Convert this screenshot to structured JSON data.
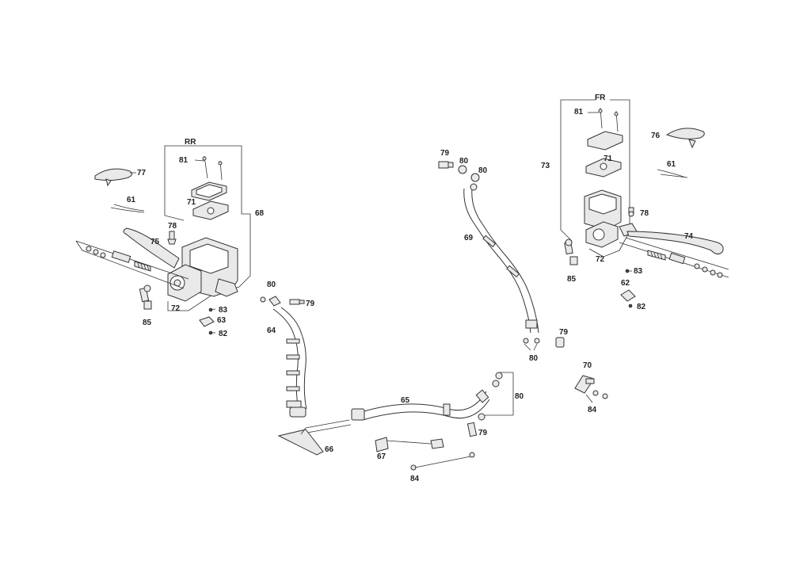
{
  "groups": {
    "rear": "RR",
    "front": "FR"
  },
  "callouts": {
    "c61a": "61",
    "c61b": "61",
    "c62": "62",
    "c63": "63",
    "c64": "64",
    "c65": "65",
    "c66": "66",
    "c67": "67",
    "c68": "68",
    "c69": "69",
    "c70": "70",
    "c71a": "71",
    "c71b": "71",
    "c72a": "72",
    "c72b": "72",
    "c73": "73",
    "c74": "74",
    "c75": "75",
    "c76": "76",
    "c77": "77",
    "c78a": "78",
    "c78b": "78",
    "c79a": "79",
    "c79b": "79",
    "c79c": "79",
    "c79d": "79",
    "c80a": "80",
    "c80b": "80",
    "c80c": "80",
    "c80d": "80",
    "c80e": "80",
    "c81a": "81",
    "c81b": "81",
    "c82a": "82",
    "c82b": "82",
    "c83a": "83",
    "c83b": "83",
    "c84a": "84",
    "c84b": "84",
    "c85a": "85",
    "c85b": "85"
  }
}
